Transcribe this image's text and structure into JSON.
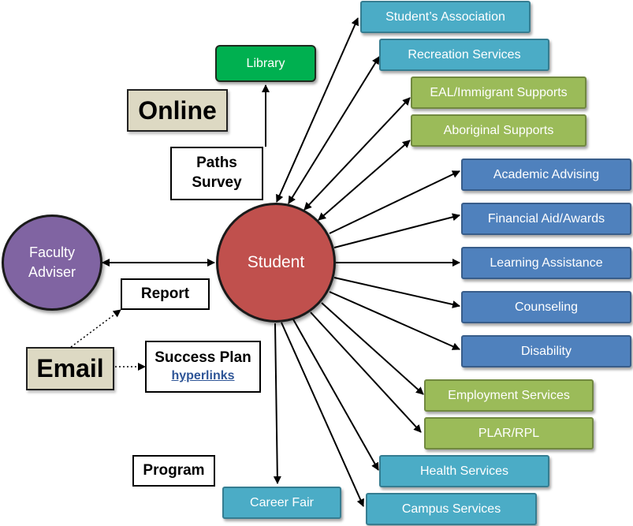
{
  "center": {
    "label": "Student"
  },
  "faculty_adviser": {
    "label": "Faculty Adviser"
  },
  "library": {
    "label": "Library"
  },
  "tags": {
    "online": "Online",
    "email": "Email"
  },
  "paths_survey": {
    "line1": "Paths",
    "line2": "Survey"
  },
  "report": {
    "label": "Report"
  },
  "success_plan": {
    "title": "Success Plan",
    "link": "hyperlinks"
  },
  "program": {
    "label": "Program"
  },
  "career_fair": {
    "label": "Career Fair"
  },
  "services": [
    {
      "label": "Student’s Association",
      "color": "#4bacc6"
    },
    {
      "label": "Recreation Services",
      "color": "#4bacc6"
    },
    {
      "label": "EAL/Immigrant Supports",
      "color": "#9bbb59"
    },
    {
      "label": "Aboriginal Supports",
      "color": "#9bbb59"
    },
    {
      "label": "Academic Advising",
      "color": "#4f81bd"
    },
    {
      "label": "Financial Aid/Awards",
      "color": "#4f81bd"
    },
    {
      "label": "Learning Assistance",
      "color": "#4f81bd"
    },
    {
      "label": "Counseling",
      "color": "#4f81bd"
    },
    {
      "label": "Disability",
      "color": "#4f81bd"
    },
    {
      "label": "Employment Services",
      "color": "#9bbb59"
    },
    {
      "label": "PLAR/RPL",
      "color": "#9bbb59"
    },
    {
      "label": "Health Services",
      "color": "#4bacc6"
    },
    {
      "label": "Campus Services",
      "color": "#4bacc6"
    }
  ],
  "colors": {
    "student": "#c0504d",
    "faculty": "#8064a2",
    "library": "#00b050",
    "tag_fill": "#ddd9c3"
  }
}
